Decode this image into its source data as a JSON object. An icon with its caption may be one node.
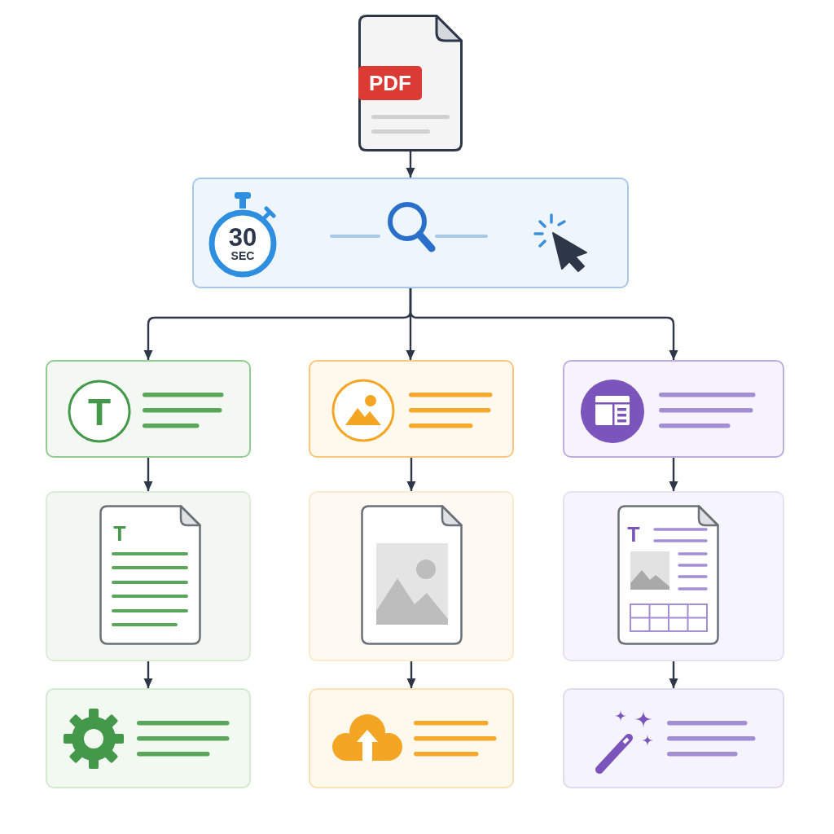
{
  "diagram": {
    "nodes": [
      {
        "text": [
          "PDF"
        ]
      },
      {
        "text": [
          "30",
          "SEC"
        ]
      },
      {
        "text": [
          "T"
        ]
      },
      {
        "text": [],
        "shape": "box"
      },
      {
        "text": [],
        "shape": "box"
      },
      {
        "text": [
          "T"
        ]
      },
      {
        "text": [],
        "shape": "box"
      },
      {
        "text": [
          "T"
        ]
      },
      {
        "text": [],
        "shape": "box"
      },
      {
        "text": [],
        "shape": "box"
      },
      {
        "text": [],
        "shape": "box"
      }
    ],
    "edges": [
      {
        "from": 0,
        "to": 1,
        "arrow": "to"
      },
      {
        "from": 1,
        "to": 2,
        "arrow": "to"
      },
      {
        "from": 1,
        "to": 3,
        "arrow": "to"
      },
      {
        "from": 1,
        "to": 4,
        "arrow": "to"
      },
      {
        "from": 2,
        "to": 5,
        "arrow": "to"
      },
      {
        "from": 3,
        "to": 6,
        "arrow": "to"
      },
      {
        "from": 4,
        "to": 7,
        "arrow": "to"
      },
      {
        "from": 5,
        "to": 8,
        "arrow": "to"
      },
      {
        "from": 6,
        "to": 9,
        "arrow": "to"
      },
      {
        "from": 7,
        "to": 10,
        "arrow": "to"
      }
    ]
  }
}
